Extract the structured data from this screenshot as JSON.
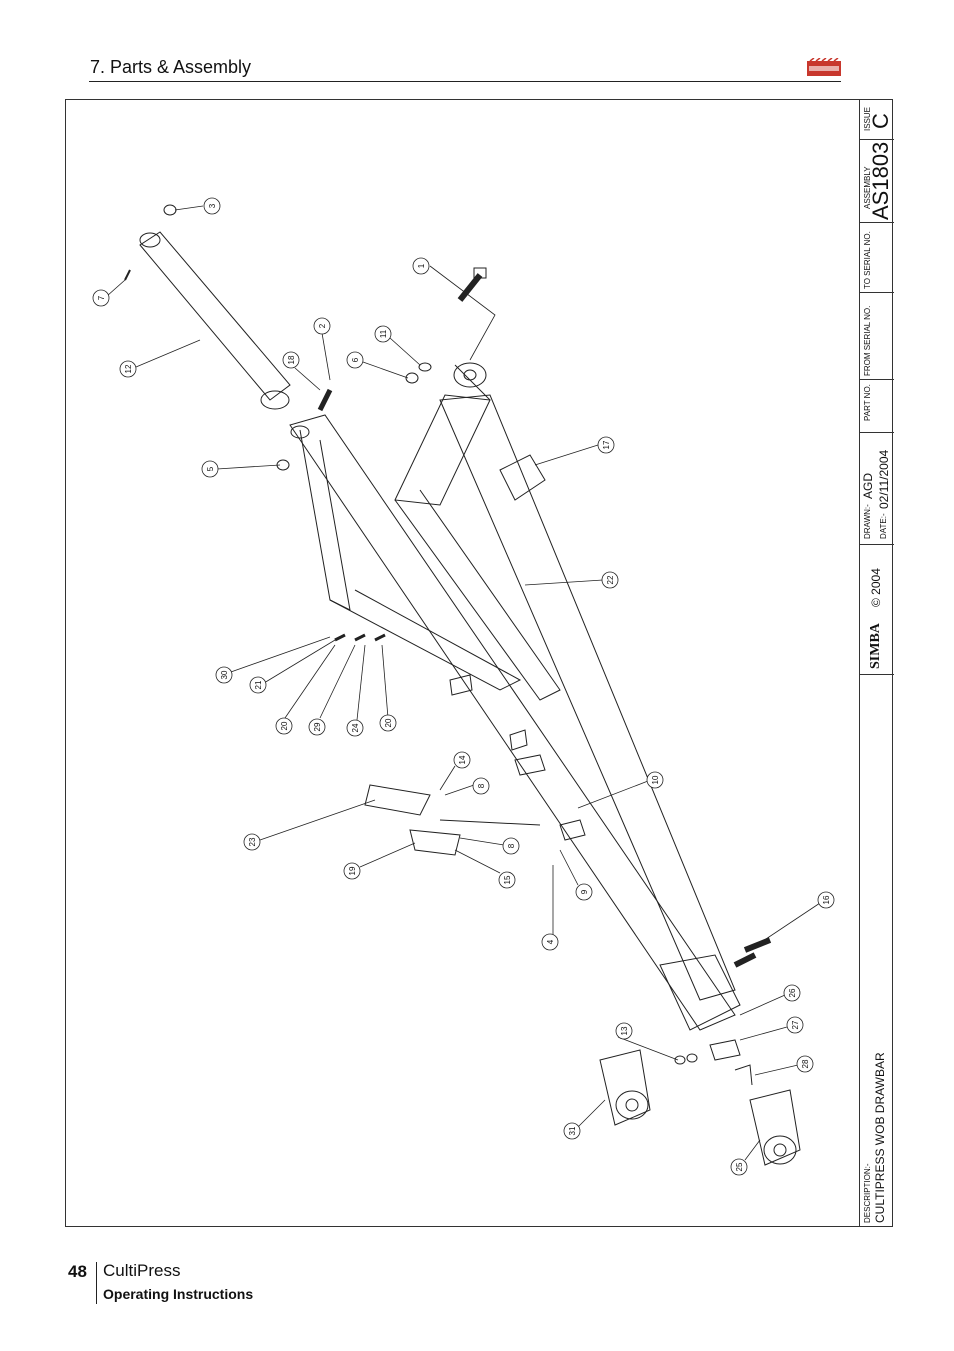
{
  "header": {
    "section_title": "7. Parts & Assembly"
  },
  "title_block": {
    "issue_label": "ISSUE",
    "issue_value": "C",
    "assembly_label": "ASSEMBLY",
    "assembly_value": "AS1803",
    "to_serial_label": "TO SERIAL NO.",
    "from_serial_label": "FROM SERIAL NO.",
    "part_no_label": "PART NO.",
    "drawn_label": "DRAWN:-",
    "drawn_value": "AGD",
    "date_label": "DATE:-",
    "date_value": "02/11/2004",
    "copyright": "© 2004",
    "logo_text": "SIMBA",
    "description_label": "DESCRIPTION:-",
    "description_value": "CULTIPRESS WOB DRAWBAR"
  },
  "callouts": [
    "1",
    "2",
    "3",
    "4",
    "5",
    "6",
    "7",
    "8",
    "8",
    "9",
    "10",
    "11",
    "12",
    "13",
    "14",
    "15",
    "16",
    "17",
    "18",
    "19",
    "20",
    "20",
    "21",
    "22",
    "23",
    "24",
    "25",
    "26",
    "27",
    "28",
    "29",
    "30",
    "31"
  ],
  "footer": {
    "page_number": "48",
    "product": "CultiPress",
    "subtitle": "Operating Instructions"
  }
}
